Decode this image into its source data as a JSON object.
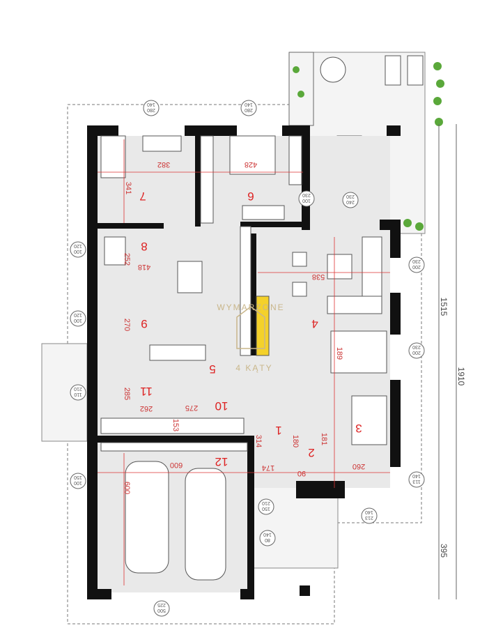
{
  "rooms": [
    {
      "number": "7",
      "width": "382",
      "depth": "341"
    },
    {
      "number": "6",
      "width": "428"
    },
    {
      "number": "8",
      "width": "418",
      "depth": "252"
    },
    {
      "number": "9",
      "depth": "270"
    },
    {
      "number": "4",
      "width": "538",
      "depth": "189"
    },
    {
      "number": "5"
    },
    {
      "number": "11",
      "width": "262",
      "depth": "285"
    },
    {
      "number": "10",
      "width": "275",
      "depth": "153"
    },
    {
      "number": "1",
      "width": "174",
      "depth": "314"
    },
    {
      "number": "2",
      "width": "90",
      "depth": "180"
    },
    {
      "number": "3",
      "width": "260",
      "depth": "181"
    },
    {
      "number": "12",
      "width": "600",
      "depth": "600"
    }
  ],
  "openings": [
    {
      "w": "280",
      "h": "140"
    },
    {
      "w": "280",
      "h": "140"
    },
    {
      "w": "100",
      "h": "230"
    },
    {
      "w": "240",
      "h": "230"
    },
    {
      "w": "100",
      "h": "120"
    },
    {
      "w": "100",
      "h": "120"
    },
    {
      "w": "110",
      "h": "210"
    },
    {
      "w": "100",
      "h": "150"
    },
    {
      "w": "200",
      "h": "230"
    },
    {
      "w": "200",
      "h": "230"
    },
    {
      "w": "113",
      "h": "140"
    },
    {
      "w": "213",
      "h": "140"
    },
    {
      "w": "150",
      "h": "210"
    },
    {
      "w": "80",
      "h": "140"
    },
    {
      "w": "500",
      "h": "225"
    }
  ],
  "overall": {
    "a": "1515",
    "b": "1910",
    "c": "395"
  },
  "watermark": {
    "brand_top": "WYMARZONE",
    "brand_bottom": "4 KĄTY"
  }
}
